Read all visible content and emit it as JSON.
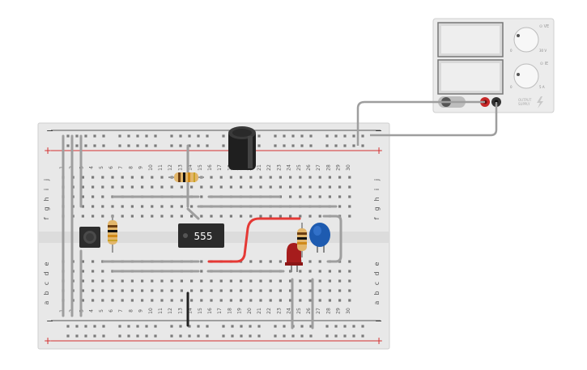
{
  "breadboard": {
    "column_numbers": [
      "1",
      "2",
      "3",
      "4",
      "5",
      "6",
      "7",
      "8",
      "9",
      "10",
      "11",
      "12",
      "13",
      "14",
      "15",
      "16",
      "17",
      "18",
      "19",
      "20",
      "21",
      "22",
      "23",
      "24",
      "25",
      "26",
      "27",
      "28",
      "29",
      "30"
    ],
    "top_row_letters": [
      "j",
      "i",
      "h",
      "g",
      "f"
    ],
    "bottom_row_letters": [
      "e",
      "d",
      "c",
      "b",
      "a"
    ],
    "rail_minus": "−",
    "rail_plus": "+"
  },
  "chip": {
    "label": "555"
  },
  "power_supply": {
    "voltage_label": "⊙ VE",
    "current_label": "⊙ IE",
    "voltage_max": "30 V",
    "voltage_min": "0",
    "current_max": "5 A",
    "current_min": "0",
    "output_text_line1": "OUTPUT",
    "output_text_line2": "SUPPLY",
    "bolt_icon": "lightning-icon"
  },
  "colors": {
    "board": "#e9e9e9",
    "rail_red": "#d32f2f",
    "rail_dark": "#555555",
    "wire_red": "#e53935",
    "wire_gray": "#9e9e9e",
    "wire_black": "#222222",
    "chip": "#2b2b2b",
    "capacitor_blue": "#1e5bb0",
    "led_red": "#a61c1c",
    "electrolytic": "#222222"
  }
}
